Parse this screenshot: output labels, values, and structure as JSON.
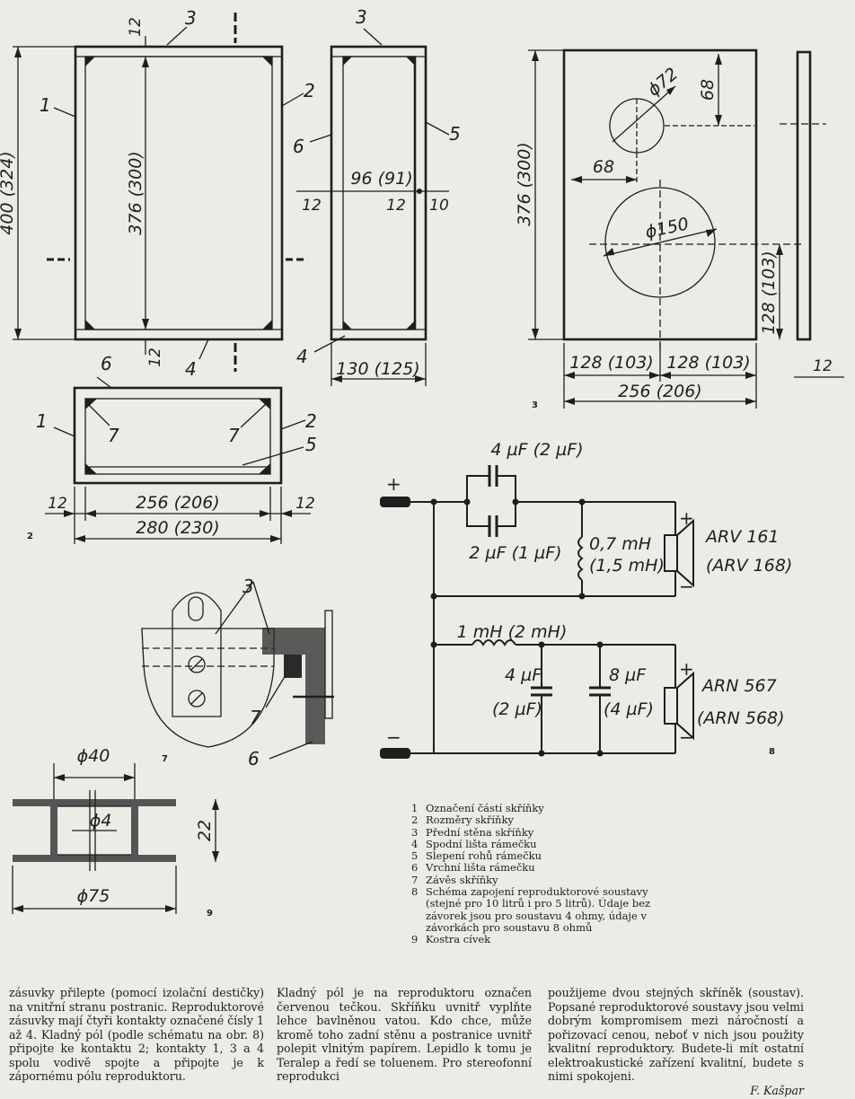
{
  "dimensions": {
    "d1_height": "400 (324)",
    "d1_inner": "376 (300)",
    "d1_top": "12",
    "d1_bottom": "12",
    "d1_side_inner": "96 (91)",
    "d1_side_a": "12",
    "d1_side_b": "12",
    "d1_side_c": "10",
    "d1_depth": "130 (125)",
    "d3_height": "376 (300)",
    "d3_hole1": "ϕ72",
    "d3_hole1_top": "68",
    "d3_hole1_left": "68",
    "d3_hole2": "ϕ150",
    "d3_hole2_bottom": "128 (103)",
    "d3_half_left": "128 (103)",
    "d3_half_right": "128 (103)",
    "d3_width": "256 (206)",
    "d3_thickness": "12",
    "d2_inner": "256 (206)",
    "d2_outer": "280 (230)",
    "d2_left": "12",
    "d2_right": "12",
    "d9_top": "ϕ40",
    "d9_core": "ϕ4",
    "d9_height": "22",
    "d9_bottom": "ϕ75"
  },
  "callouts": {
    "c1": "1",
    "c2": "2",
    "c3": "3",
    "c4": "4",
    "c5": "5",
    "c6": "6",
    "c7": "7"
  },
  "figures": {
    "f2": "2",
    "f3": "3",
    "f7": "7",
    "f8": "8",
    "f9": "9"
  },
  "circuit": {
    "plus_top": "+",
    "minus_bottom": "−",
    "c_top": "4 µF (2 µF)",
    "c_bottom": "2 µF (1 µF)",
    "l_tweeter": "0,7 mH",
    "l_tweeter_alt": "(1,5 mH)",
    "speaker1": "ARV 161",
    "speaker1_alt": "(ARV 168)",
    "l_woofer": "1 mH (2 mH)",
    "c_woofer1": "4 µF",
    "c_woofer1_alt": "(2 µF)",
    "c_woofer2": "8 µF",
    "c_woofer2_alt": "(4 µF)",
    "speaker2": "ARN 567",
    "speaker2_alt": "(ARN 568)",
    "sp_plus": "+",
    "sp_minus": "−"
  },
  "legend": {
    "items": [
      {
        "n": "1",
        "t": "Označení částí skříňky"
      },
      {
        "n": "2",
        "t": "Rozměry skříňky"
      },
      {
        "n": "3",
        "t": "Přední stěna skříňky"
      },
      {
        "n": "4",
        "t": "Spodní lišta rámečku"
      },
      {
        "n": "5",
        "t": "Slepení rohů rámečku"
      },
      {
        "n": "6",
        "t": "Vrchní lišta rámečku"
      },
      {
        "n": "7",
        "t": "Závěs skříňky"
      },
      {
        "n": "8",
        "t": "Schéma zapojení reproduktorové soustavy (stejné pro 10 litrů i pro 5 litrů). Údaje bez závorek jsou pro soustavu 4 ohmy, údaje v závorkách pro soustavu 8 ohmů"
      },
      {
        "n": "9",
        "t": "Kostra cívek"
      }
    ]
  },
  "text": {
    "col1": "zásuvky přilepte (pomocí izolační destičky) na vnitřní stranu postranic. Reproduktorové zásuvky mají čtyři kontakty označené čísly 1 až 4. Kladný pól (podle schématu na obr. 8) připojte ke kontaktu 2; kontakty 1, 3 a 4 spolu vodivě spojte a připojte je k zápornému pólu reproduktoru.",
    "col2": "Kladný pól je na reproduktoru označen červenou tečkou. Skříňku uvnitř vyplňte lehce bavlněnou vatou. Kdo chce, může kromě toho zadní stěnu a postranice uvnitř polepit vlnitým papírem. Lepidlo k tomu je Teralep a ředí se toluenem. Pro stereofonní reprodukci",
    "col3": "použijeme dvou stejných skříněk (soustav). Popsané reproduktorové soustavy jsou velmi dobrým kompromisem mezi náročností a pořizovací cenou, neboť v nich jsou použity kvalitní reproduktory. Budete-li mít ostatní elektroakustické zařízení kvalitní, budete s nimi spokojeni.",
    "signature": "F. Kašpar"
  }
}
